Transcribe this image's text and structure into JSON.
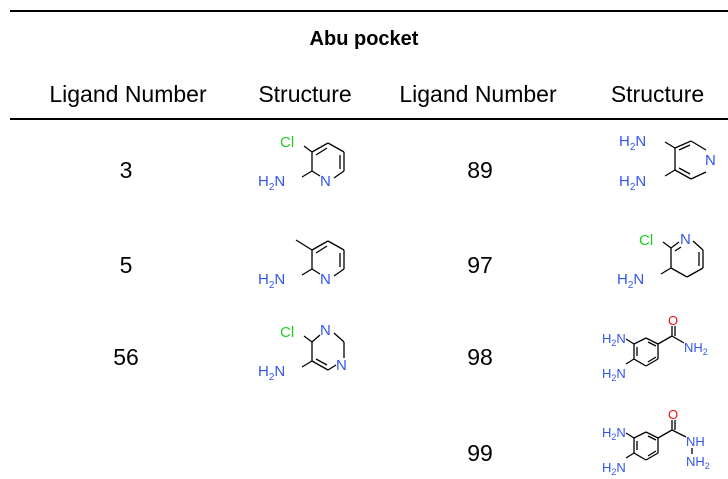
{
  "table": {
    "title": "Abu pocket",
    "headers": [
      "Ligand Number",
      "Structure",
      "Ligand Number",
      "Structure"
    ],
    "left_ligands": [
      "3",
      "5",
      "56"
    ],
    "right_ligands": [
      "89",
      "97",
      "98",
      "99"
    ]
  },
  "atoms": {
    "cl": "Cl",
    "nh2_sub": "2",
    "h": "H",
    "n": "N",
    "o": "O",
    "nh": "NH",
    "n_ring": "N"
  },
  "colors": {
    "chlorine": "#22cc22",
    "nitrogen": "#3355ee",
    "oxygen": "#ee1111",
    "text": "#000000"
  }
}
